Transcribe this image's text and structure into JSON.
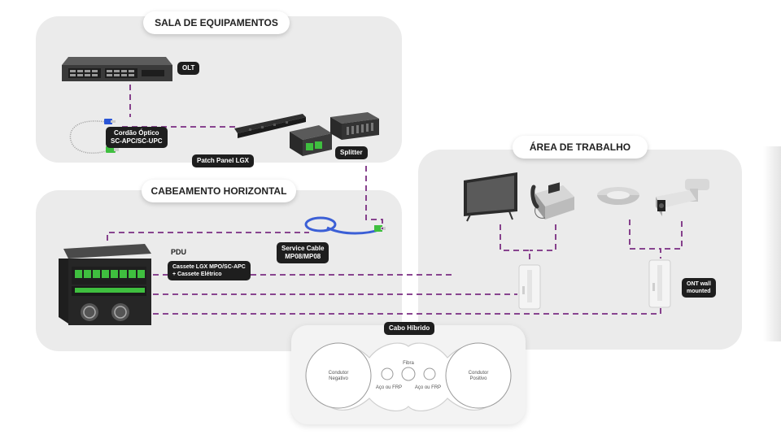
{
  "sections": {
    "equipment_room": "SALA DE EQUIPAMENTOS",
    "horizontal_cabling": "CABEAMENTO HORIZONTAL",
    "work_area": "ÁREA DE TRABALHO"
  },
  "labels": {
    "olt": "OLT",
    "patch_cord_line1": "Cordão Óptico",
    "patch_cord_line2": "SC-APC/SC-UPC",
    "patch_panel": "Patch Panel LGX",
    "splitter": "Splitter",
    "service_cable_line1": "Service Cable",
    "service_cable_line2": "MP08/MP08",
    "pdu": "PDU",
    "cassette_line1": "Cassete LGX MPO/SC-APC",
    "cassette_line2": "+ Cassete Elétrico",
    "ont_line1": "ONT wall",
    "ont_line2": "mounted",
    "hybrid_cable": "Cabo Híbrido"
  },
  "hybrid_cross_section": {
    "negative_line1": "Condutor",
    "negative_line2": "Negativo",
    "positive_line1": "Condutor",
    "positive_line2": "Positivo",
    "fiber": "Fibra",
    "steel_left": "Aço ou FRP",
    "steel_right": "Aço ou FRP"
  },
  "colors": {
    "panel_bg": "#ebebeb",
    "dashed_line": "#7b2d82",
    "tag_bg": "#1e1e1e",
    "connector_green": "#3fbf3f",
    "connector_blue": "#2a55d6"
  }
}
